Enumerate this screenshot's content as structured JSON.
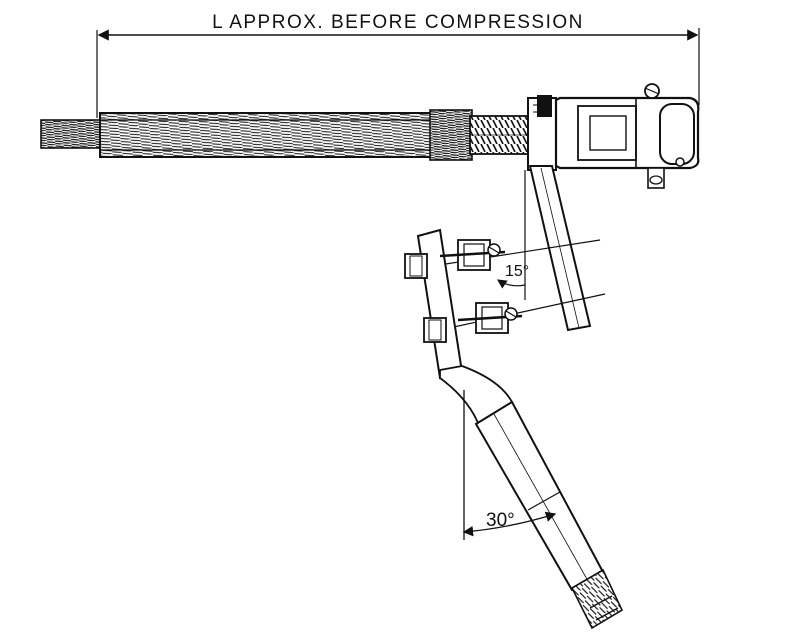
{
  "drawing": {
    "length_label": "L APPROX. BEFORE COMPRESSION",
    "jumper_angle_label": "15°",
    "terminal_angle_label": "30°"
  },
  "colors": {
    "ink": "#111111",
    "paper": "#ffffff"
  }
}
